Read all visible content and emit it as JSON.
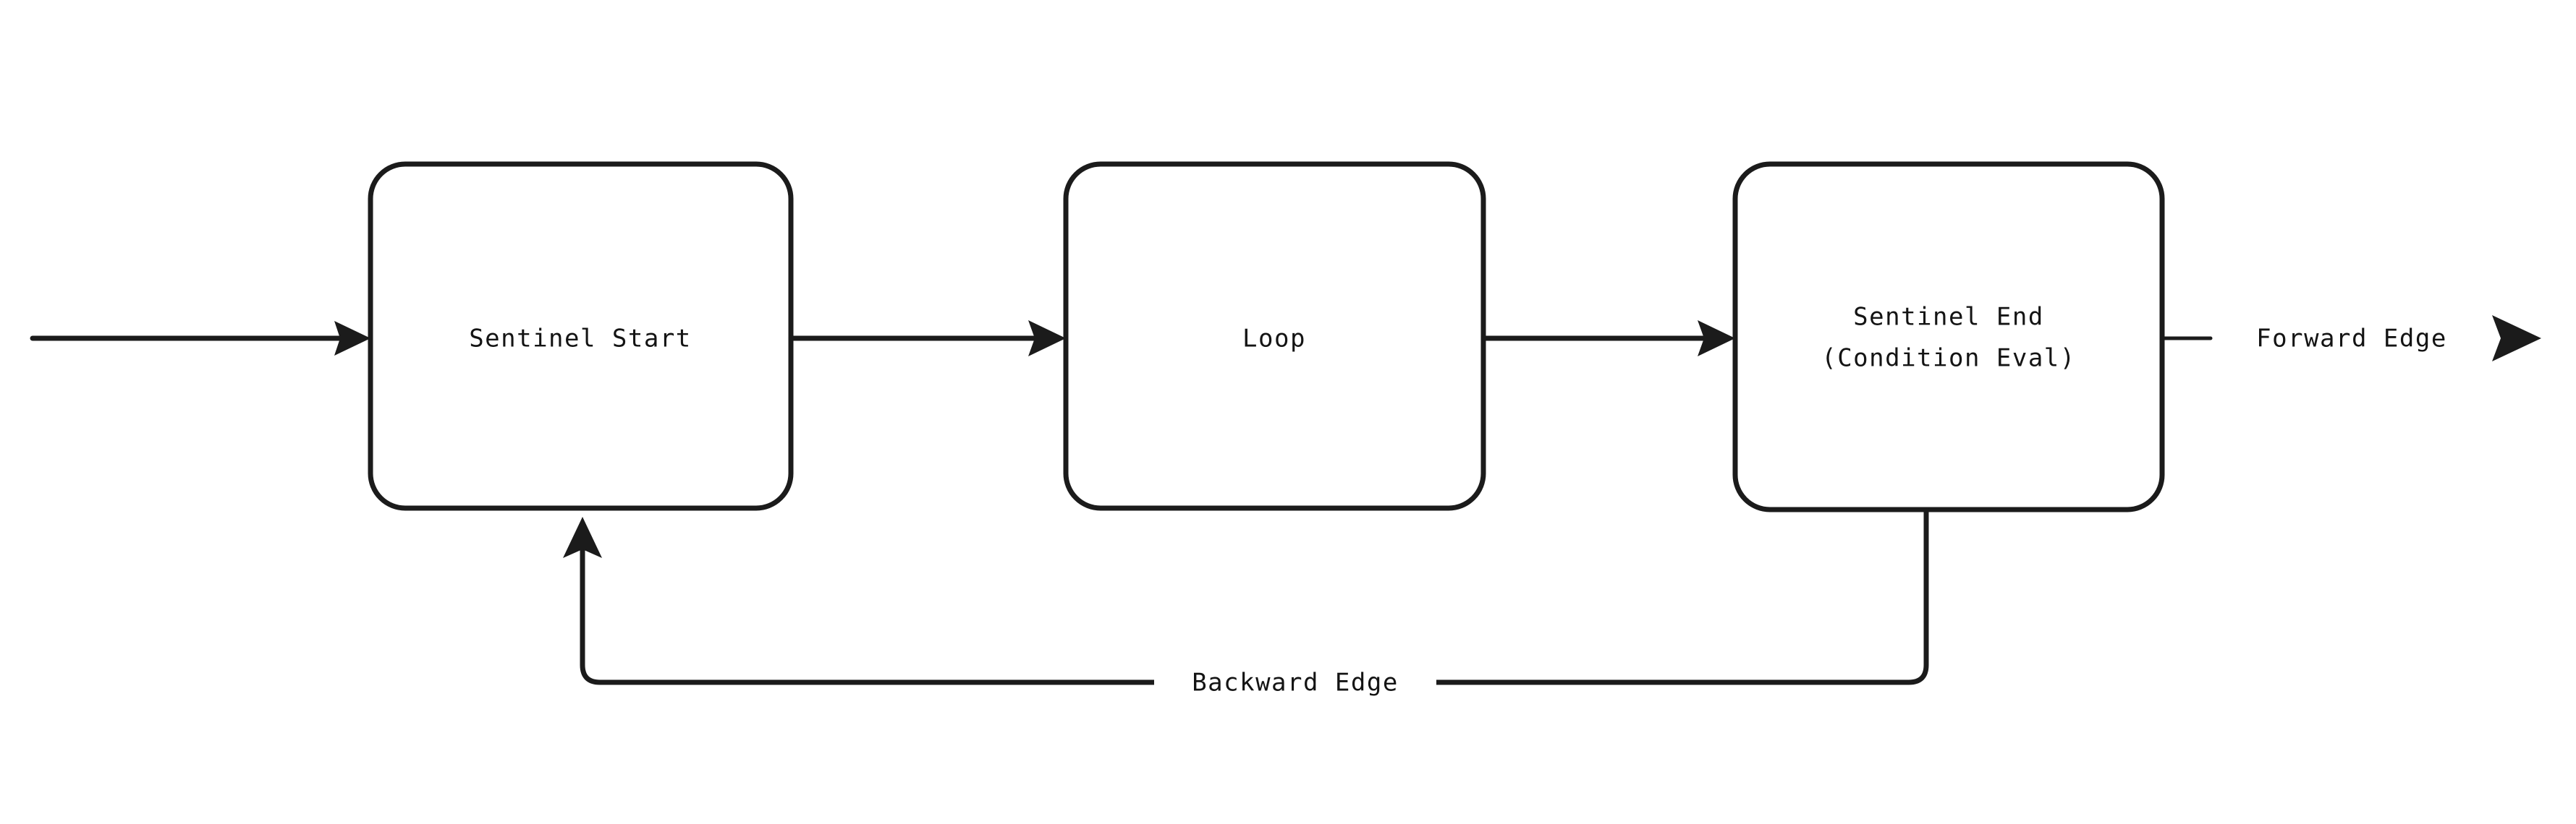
{
  "diagram": {
    "type": "flowchart",
    "orientation": "left-to-right",
    "background_color": "#ffffff",
    "stroke_color": "#1b1b1b",
    "text_color": "#141414",
    "nodes": [
      {
        "id": "sentinel-start",
        "label_line1": "Sentinel Start",
        "label_line2": "",
        "shape": "rounded-rectangle"
      },
      {
        "id": "loop",
        "label_line1": "Loop",
        "label_line2": "",
        "shape": "rounded-rectangle"
      },
      {
        "id": "sentinel-end",
        "label_line1": "Sentinel End",
        "label_line2": "(Condition Eval)",
        "shape": "rounded-rectangle"
      }
    ],
    "edges": [
      {
        "id": "entry",
        "label": "",
        "from": "",
        "to": "sentinel-start",
        "arrow": true
      },
      {
        "id": "start-to-loop",
        "label": "",
        "from": "sentinel-start",
        "to": "loop",
        "arrow": true
      },
      {
        "id": "loop-to-end",
        "label": "",
        "from": "loop",
        "to": "sentinel-end",
        "arrow": true
      },
      {
        "id": "forward-edge",
        "label": "Forward Edge",
        "from": "sentinel-end",
        "to": "",
        "arrow": true
      },
      {
        "id": "backward-edge",
        "label": "Backward Edge",
        "from": "sentinel-end",
        "to": "sentinel-start",
        "arrow": true
      }
    ]
  }
}
